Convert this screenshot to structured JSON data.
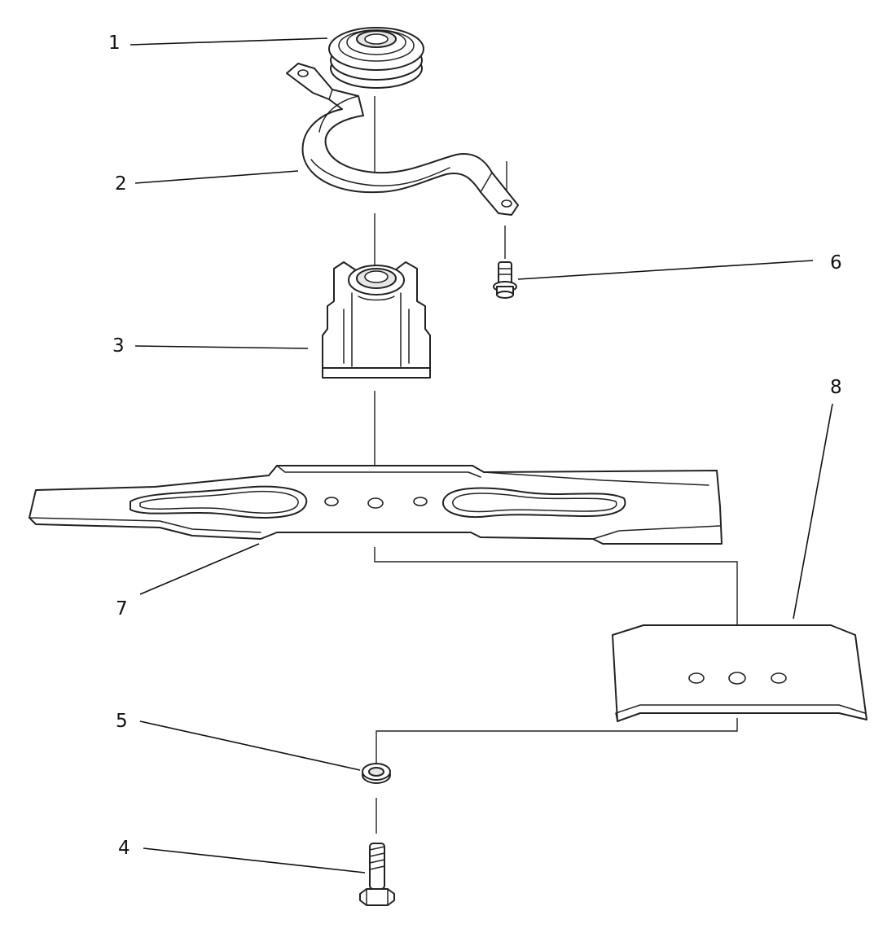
{
  "diagram": {
    "callouts": [
      {
        "id": "1",
        "label": "1"
      },
      {
        "id": "2",
        "label": "2"
      },
      {
        "id": "3",
        "label": "3"
      },
      {
        "id": "4",
        "label": "4"
      },
      {
        "id": "5",
        "label": "5"
      },
      {
        "id": "6",
        "label": "6"
      },
      {
        "id": "7",
        "label": "7"
      },
      {
        "id": "8",
        "label": "8"
      }
    ],
    "parts": [
      {
        "callout": "1",
        "name": "pulley"
      },
      {
        "callout": "2",
        "name": "belt-guide"
      },
      {
        "callout": "3",
        "name": "blade-adapter"
      },
      {
        "callout": "4",
        "name": "blade-bolt"
      },
      {
        "callout": "5",
        "name": "washer"
      },
      {
        "callout": "6",
        "name": "screw"
      },
      {
        "callout": "7",
        "name": "blade"
      },
      {
        "callout": "8",
        "name": "stiffener-plate"
      }
    ]
  }
}
